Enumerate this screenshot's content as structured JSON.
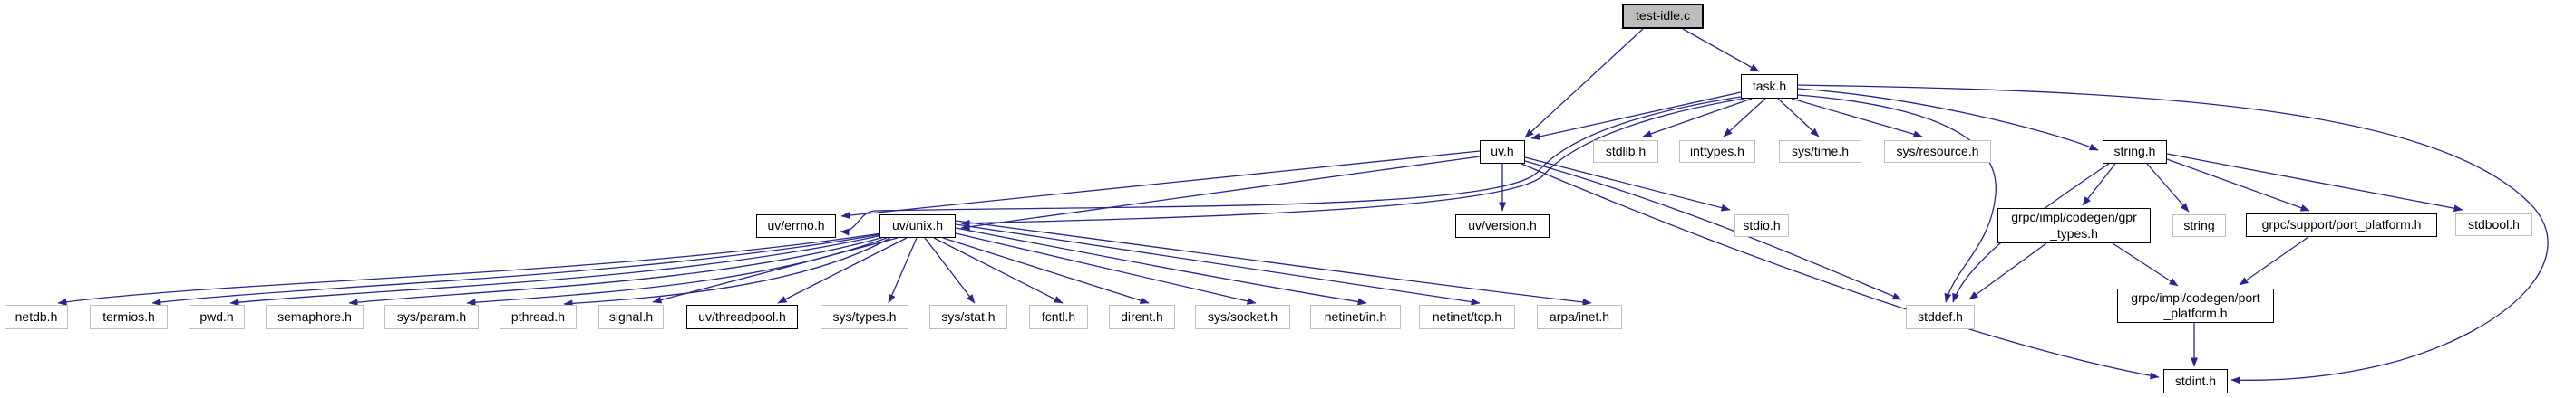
{
  "diagram": {
    "type": "include-dependency-graph",
    "root_file": "test-idle.c",
    "colors": {
      "background": "#ffffff",
      "edge": "#26268d",
      "root_fill": "#bdbdbd",
      "node_fill": "#ffffff",
      "linked_border": "#000000",
      "plain_border": "#bebebe",
      "text": "#000000"
    },
    "nodes": [
      {
        "id": "test-idle.c",
        "label": "test-idle.c",
        "kind": "root"
      },
      {
        "id": "task.h",
        "label": "task.h",
        "kind": "linked"
      },
      {
        "id": "uv.h",
        "label": "uv.h",
        "kind": "linked"
      },
      {
        "id": "stdlib.h",
        "label": "stdlib.h",
        "kind": "plain"
      },
      {
        "id": "inttypes.h",
        "label": "inttypes.h",
        "kind": "plain"
      },
      {
        "id": "sys/time.h",
        "label": "sys/time.h",
        "kind": "plain"
      },
      {
        "id": "sys/resource.h",
        "label": "sys/resource.h",
        "kind": "plain"
      },
      {
        "id": "string.h",
        "label": "string.h",
        "kind": "linked"
      },
      {
        "id": "uv/errno.h",
        "label": "uv/errno.h",
        "kind": "linked"
      },
      {
        "id": "uv/unix.h",
        "label": "uv/unix.h",
        "kind": "linked"
      },
      {
        "id": "uv/version.h",
        "label": "uv/version.h",
        "kind": "linked"
      },
      {
        "id": "stdio.h",
        "label": "stdio.h",
        "kind": "plain"
      },
      {
        "id": "gpr_types",
        "label": "grpc/impl/codegen/gpr\n_types.h",
        "kind": "linked"
      },
      {
        "id": "string",
        "label": "string",
        "kind": "plain"
      },
      {
        "id": "support_pp",
        "label": "grpc/support/port_platform.h",
        "kind": "linked"
      },
      {
        "id": "stdbool.h",
        "label": "stdbool.h",
        "kind": "plain"
      },
      {
        "id": "netdb.h",
        "label": "netdb.h",
        "kind": "plain"
      },
      {
        "id": "termios.h",
        "label": "termios.h",
        "kind": "plain"
      },
      {
        "id": "pwd.h",
        "label": "pwd.h",
        "kind": "plain"
      },
      {
        "id": "semaphore.h",
        "label": "semaphore.h",
        "kind": "plain"
      },
      {
        "id": "sys/param.h",
        "label": "sys/param.h",
        "kind": "plain"
      },
      {
        "id": "pthread.h",
        "label": "pthread.h",
        "kind": "plain"
      },
      {
        "id": "signal.h",
        "label": "signal.h",
        "kind": "plain"
      },
      {
        "id": "uv/threadpool.h",
        "label": "uv/threadpool.h",
        "kind": "linked"
      },
      {
        "id": "sys/types.h",
        "label": "sys/types.h",
        "kind": "plain"
      },
      {
        "id": "sys/stat.h",
        "label": "sys/stat.h",
        "kind": "plain"
      },
      {
        "id": "fcntl.h",
        "label": "fcntl.h",
        "kind": "plain"
      },
      {
        "id": "dirent.h",
        "label": "dirent.h",
        "kind": "plain"
      },
      {
        "id": "sys/socket.h",
        "label": "sys/socket.h",
        "kind": "plain"
      },
      {
        "id": "netinet/in.h",
        "label": "netinet/in.h",
        "kind": "plain"
      },
      {
        "id": "netinet/tcp.h",
        "label": "netinet/tcp.h",
        "kind": "plain"
      },
      {
        "id": "arpa/inet.h",
        "label": "arpa/inet.h",
        "kind": "plain"
      },
      {
        "id": "stddef.h",
        "label": "stddef.h",
        "kind": "plain"
      },
      {
        "id": "codegen_pp",
        "label": "grpc/impl/codegen/port\n_platform.h",
        "kind": "linked"
      },
      {
        "id": "stdint.h",
        "label": "stdint.h",
        "kind": "linked"
      }
    ],
    "edges": [
      {
        "from": "test-idle.c",
        "to": "uv.h"
      },
      {
        "from": "test-idle.c",
        "to": "task.h"
      },
      {
        "from": "task.h",
        "to": "uv.h"
      },
      {
        "from": "task.h",
        "to": "stdlib.h"
      },
      {
        "from": "task.h",
        "to": "inttypes.h"
      },
      {
        "from": "task.h",
        "to": "sys/time.h"
      },
      {
        "from": "task.h",
        "to": "sys/resource.h"
      },
      {
        "from": "task.h",
        "to": "string.h"
      },
      {
        "from": "task.h",
        "to": "stddef.h"
      },
      {
        "from": "task.h",
        "to": "stdint.h"
      },
      {
        "from": "task.h",
        "to": "uv/unix.h"
      },
      {
        "from": "task.h",
        "to": "uv/errno.h"
      },
      {
        "from": "uv.h",
        "to": "uv/errno.h"
      },
      {
        "from": "uv.h",
        "to": "uv/unix.h"
      },
      {
        "from": "uv.h",
        "to": "uv/version.h"
      },
      {
        "from": "uv.h",
        "to": "stdio.h"
      },
      {
        "from": "uv.h",
        "to": "stddef.h"
      },
      {
        "from": "uv.h",
        "to": "stdint.h"
      },
      {
        "from": "uv/unix.h",
        "to": "netdb.h"
      },
      {
        "from": "uv/unix.h",
        "to": "termios.h"
      },
      {
        "from": "uv/unix.h",
        "to": "pwd.h"
      },
      {
        "from": "uv/unix.h",
        "to": "semaphore.h"
      },
      {
        "from": "uv/unix.h",
        "to": "sys/param.h"
      },
      {
        "from": "uv/unix.h",
        "to": "pthread.h"
      },
      {
        "from": "uv/unix.h",
        "to": "signal.h"
      },
      {
        "from": "uv/unix.h",
        "to": "uv/threadpool.h"
      },
      {
        "from": "uv/unix.h",
        "to": "sys/types.h"
      },
      {
        "from": "uv/unix.h",
        "to": "sys/stat.h"
      },
      {
        "from": "uv/unix.h",
        "to": "fcntl.h"
      },
      {
        "from": "uv/unix.h",
        "to": "dirent.h"
      },
      {
        "from": "uv/unix.h",
        "to": "sys/socket.h"
      },
      {
        "from": "uv/unix.h",
        "to": "netinet/in.h"
      },
      {
        "from": "uv/unix.h",
        "to": "netinet/tcp.h"
      },
      {
        "from": "uv/unix.h",
        "to": "arpa/inet.h"
      },
      {
        "from": "string.h",
        "to": "gpr_types"
      },
      {
        "from": "string.h",
        "to": "string"
      },
      {
        "from": "string.h",
        "to": "support_pp"
      },
      {
        "from": "string.h",
        "to": "stdbool.h"
      },
      {
        "from": "string.h",
        "to": "stddef.h"
      },
      {
        "from": "gpr_types",
        "to": "stddef.h"
      },
      {
        "from": "gpr_types",
        "to": "codegen_pp"
      },
      {
        "from": "support_pp",
        "to": "codegen_pp"
      },
      {
        "from": "codegen_pp",
        "to": "stdint.h"
      }
    ]
  }
}
